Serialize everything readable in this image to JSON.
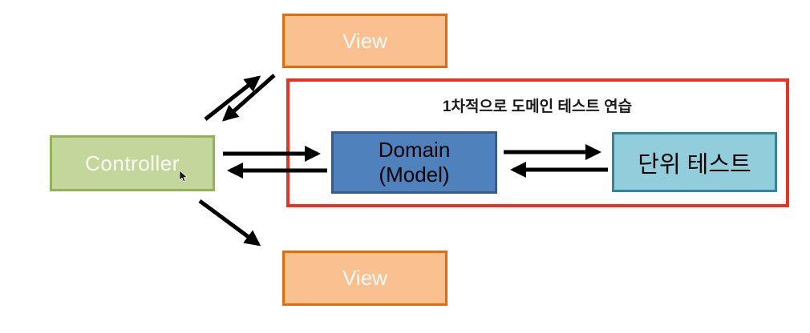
{
  "annotation": {
    "label": "1차적으로 도메인 테스트 연습"
  },
  "nodes": {
    "controller": {
      "label": "Controller"
    },
    "view_top": {
      "label": "View"
    },
    "view_bottom": {
      "label": "View"
    },
    "domain": {
      "label_line1": "Domain",
      "label_line2": "(Model)"
    },
    "unit_test": {
      "label": "단위 테스트"
    }
  },
  "edges": [
    {
      "from": "controller",
      "to": "view_top",
      "style": "arrow"
    },
    {
      "from": "view_top",
      "to": "controller",
      "style": "arrow"
    },
    {
      "from": "controller",
      "to": "domain",
      "style": "arrow"
    },
    {
      "from": "domain",
      "to": "controller",
      "style": "arrow"
    },
    {
      "from": "domain",
      "to": "unit_test",
      "style": "arrow"
    },
    {
      "from": "unit_test",
      "to": "domain",
      "style": "arrow"
    },
    {
      "from": "controller",
      "to": "view_bottom",
      "style": "arrow"
    }
  ],
  "icons": {
    "cursor": "mouse-cursor-icon"
  },
  "colors": {
    "controller_fill": "#c3d69b",
    "controller_border": "#94b352",
    "view_fill": "#fac08f",
    "view_border": "#e36c0a",
    "domain_fill": "#4f81bd",
    "domain_border": "#385d8a",
    "unit_test_fill": "#92cddc",
    "unit_test_border": "#31849b",
    "highlight_border": "#ea3223",
    "arrow": "#000000",
    "box_text_light": "#fbfbf5",
    "box_text_dark": "#000000"
  }
}
